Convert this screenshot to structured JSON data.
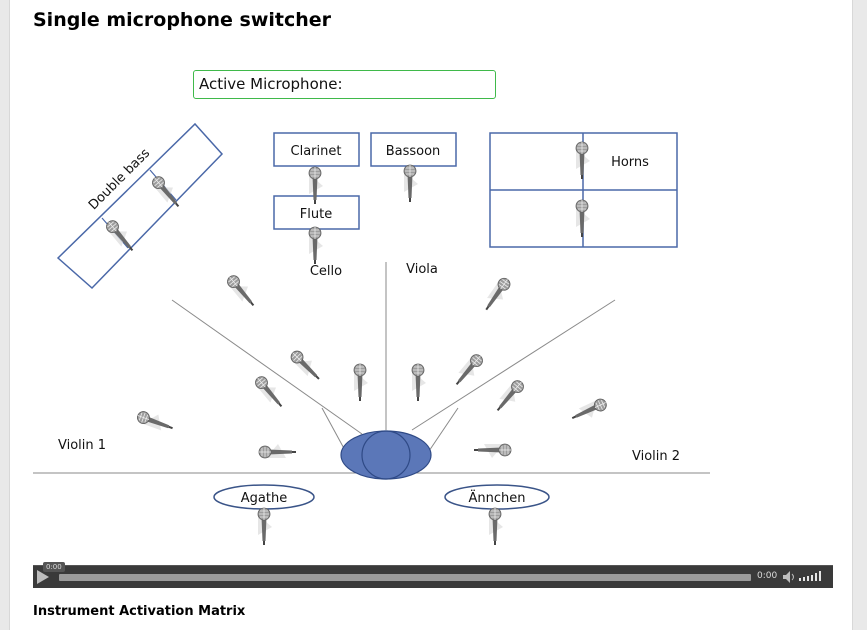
{
  "page": {
    "title": "Single microphone switcher"
  },
  "active_mic": {
    "label": "Active Microphone:"
  },
  "stage": {
    "instruments": {
      "double_bass": "Double bass",
      "clarinet": "Clarinet",
      "bassoon": "Bassoon",
      "flute": "Flute",
      "horns": "Horns",
      "cello": "Cello",
      "viola": "Viola",
      "violin1": "Violin 1",
      "violin2": "Violin 2",
      "agathe": "Agathe",
      "aennchen": "Ännchen"
    },
    "colors": {
      "accent": "#4a68a8",
      "conductor": "#5b77b8",
      "line": "#8a8a8a"
    }
  },
  "player": {
    "current_time": "0:00",
    "duration": "0:00",
    "progress": 0,
    "volume": 1.0
  },
  "matrix": {
    "title": "Instrument Activation Matrix"
  }
}
